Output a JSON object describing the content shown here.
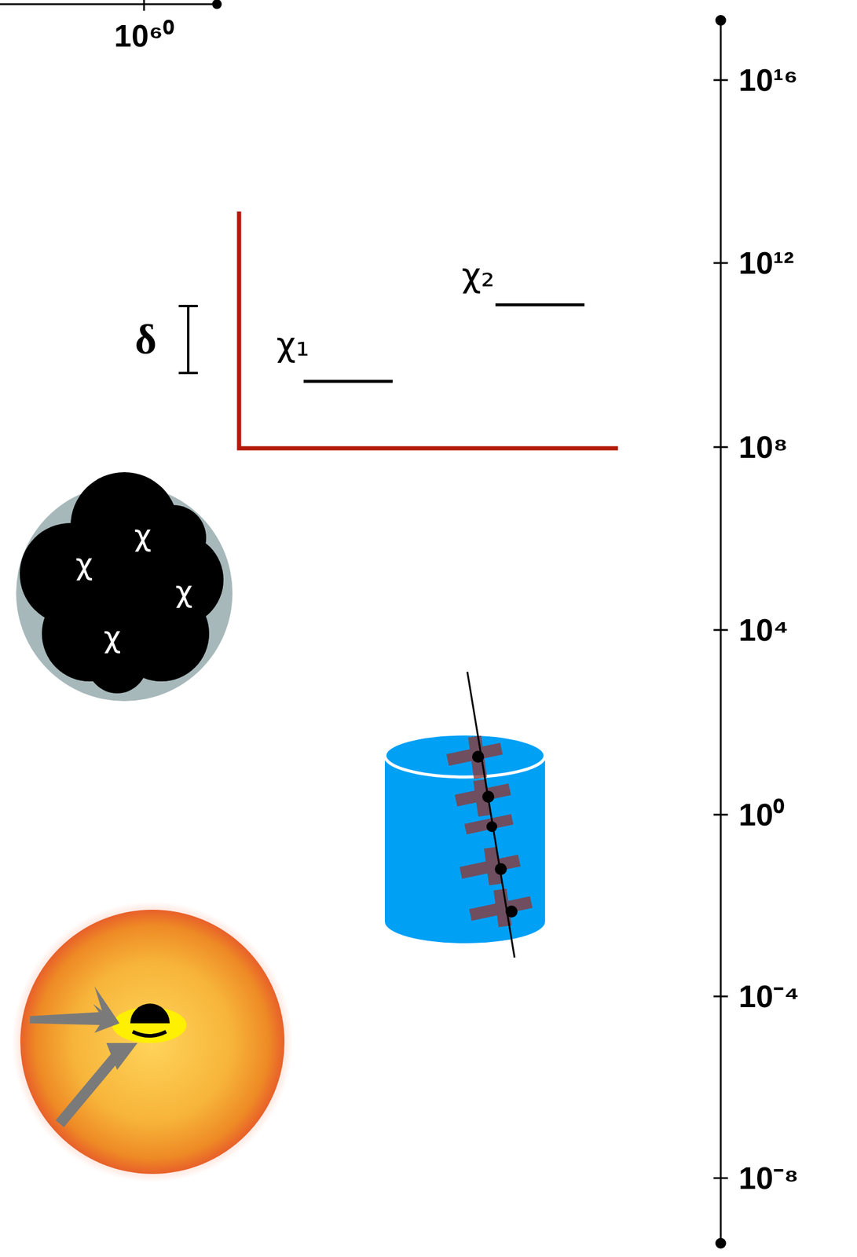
{
  "diagram": {
    "labels": [
      "10⁶⁰",
      "10¹⁶",
      "10¹²",
      "10⁸",
      "10⁴",
      "10⁰",
      "10⁻⁴",
      "10⁻⁸",
      "δ",
      "χ₁",
      "χ₂",
      "χ",
      "χ",
      "χ",
      "χ"
    ]
  }
}
